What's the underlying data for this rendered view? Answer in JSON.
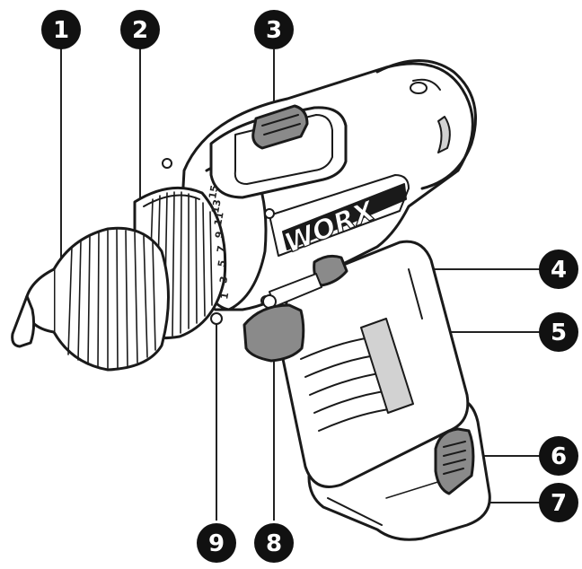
{
  "brand": "WORX",
  "callouts": [
    {
      "number": "1",
      "part": "chuck-sleeve"
    },
    {
      "number": "2",
      "part": "torque-collar"
    },
    {
      "number": "3",
      "part": "speed-selector"
    },
    {
      "number": "4",
      "part": "direction-switch"
    },
    {
      "number": "5",
      "part": "handle"
    },
    {
      "number": "6",
      "part": "battery-release-button"
    },
    {
      "number": "7",
      "part": "battery-pack"
    },
    {
      "number": "8",
      "part": "trigger-switch"
    },
    {
      "number": "9",
      "part": "led-light"
    }
  ],
  "torque_scale": [
    "1",
    "3",
    "5",
    "7",
    "9",
    "11",
    "13",
    "15"
  ],
  "colors": {
    "outline": "#1a1a1a",
    "accent_gray": "#8a8a8a",
    "light_gray": "#d2d2d2",
    "body": "#ffffff",
    "callout_fill": "#111111"
  }
}
